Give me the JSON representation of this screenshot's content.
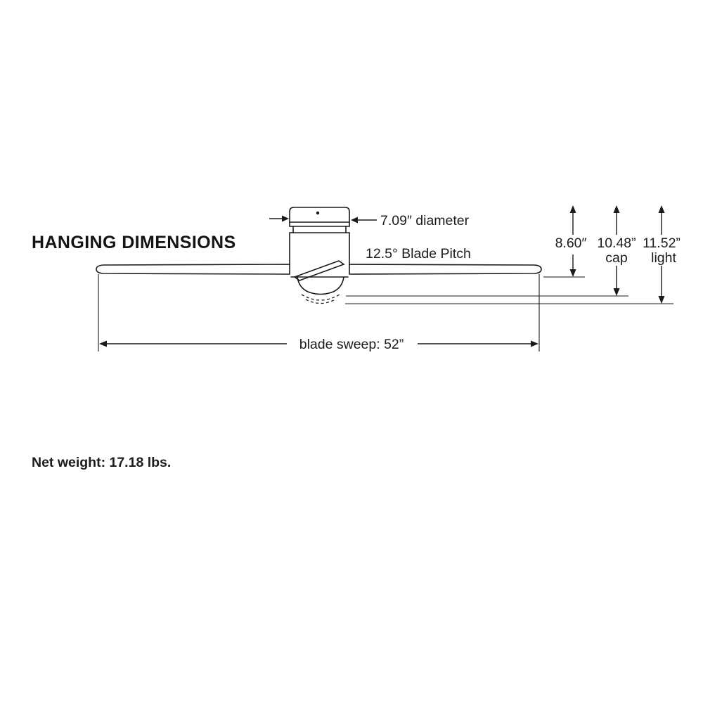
{
  "diagram": {
    "title": "HANGING DIMENSIONS",
    "annotations": {
      "diameter": "7.09″ diameter",
      "blade_pitch": "12.5° Blade Pitch",
      "blade_sweep": "blade sweep: 52”"
    },
    "dimensions": {
      "dim1_value": "8.60″",
      "dim2_value": "10.48”",
      "dim2_label": "cap",
      "dim3_value": "11.52”",
      "dim3_label": "light"
    },
    "net_weight": "Net weight: 17.18 lbs.",
    "colors": {
      "line": "#1a1a1a",
      "text": "#1c1c1c",
      "net_weight_text": "#3e5e72"
    }
  }
}
